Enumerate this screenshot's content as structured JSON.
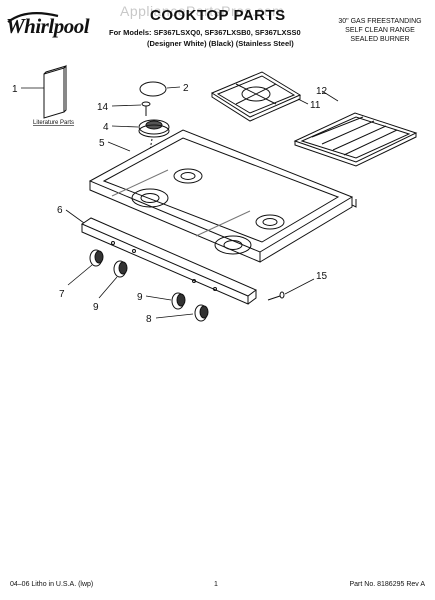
{
  "header": {
    "brand": "Whirlpool",
    "watermark": "AppliancePartsPros.com",
    "title": "COOKTOP PARTS",
    "models_line": "For Models: SF367LSXQ0, SF367LXSB0, SF367LXSS0",
    "variants_line": "(Designer White)    (Black)    (Stainless Steel)",
    "product_line1": "30\" GAS FREESTANDING",
    "product_line2": "SELF CLEAN RANGE",
    "product_line3": "SEALED BURNER"
  },
  "callouts": {
    "c1": "1",
    "c2": "2",
    "c4": "4",
    "c5": "5",
    "c6": "6",
    "c7": "7",
    "c8": "8",
    "c9a": "9",
    "c9b": "9",
    "c11": "11",
    "c12": "12",
    "c14": "14",
    "c15": "15"
  },
  "literature_label": "Literature Parts",
  "footer": {
    "left": "04–06 Litho in U.S.A. (lwp)",
    "page": "1",
    "right": "Part No. 8186295 Rev A"
  }
}
